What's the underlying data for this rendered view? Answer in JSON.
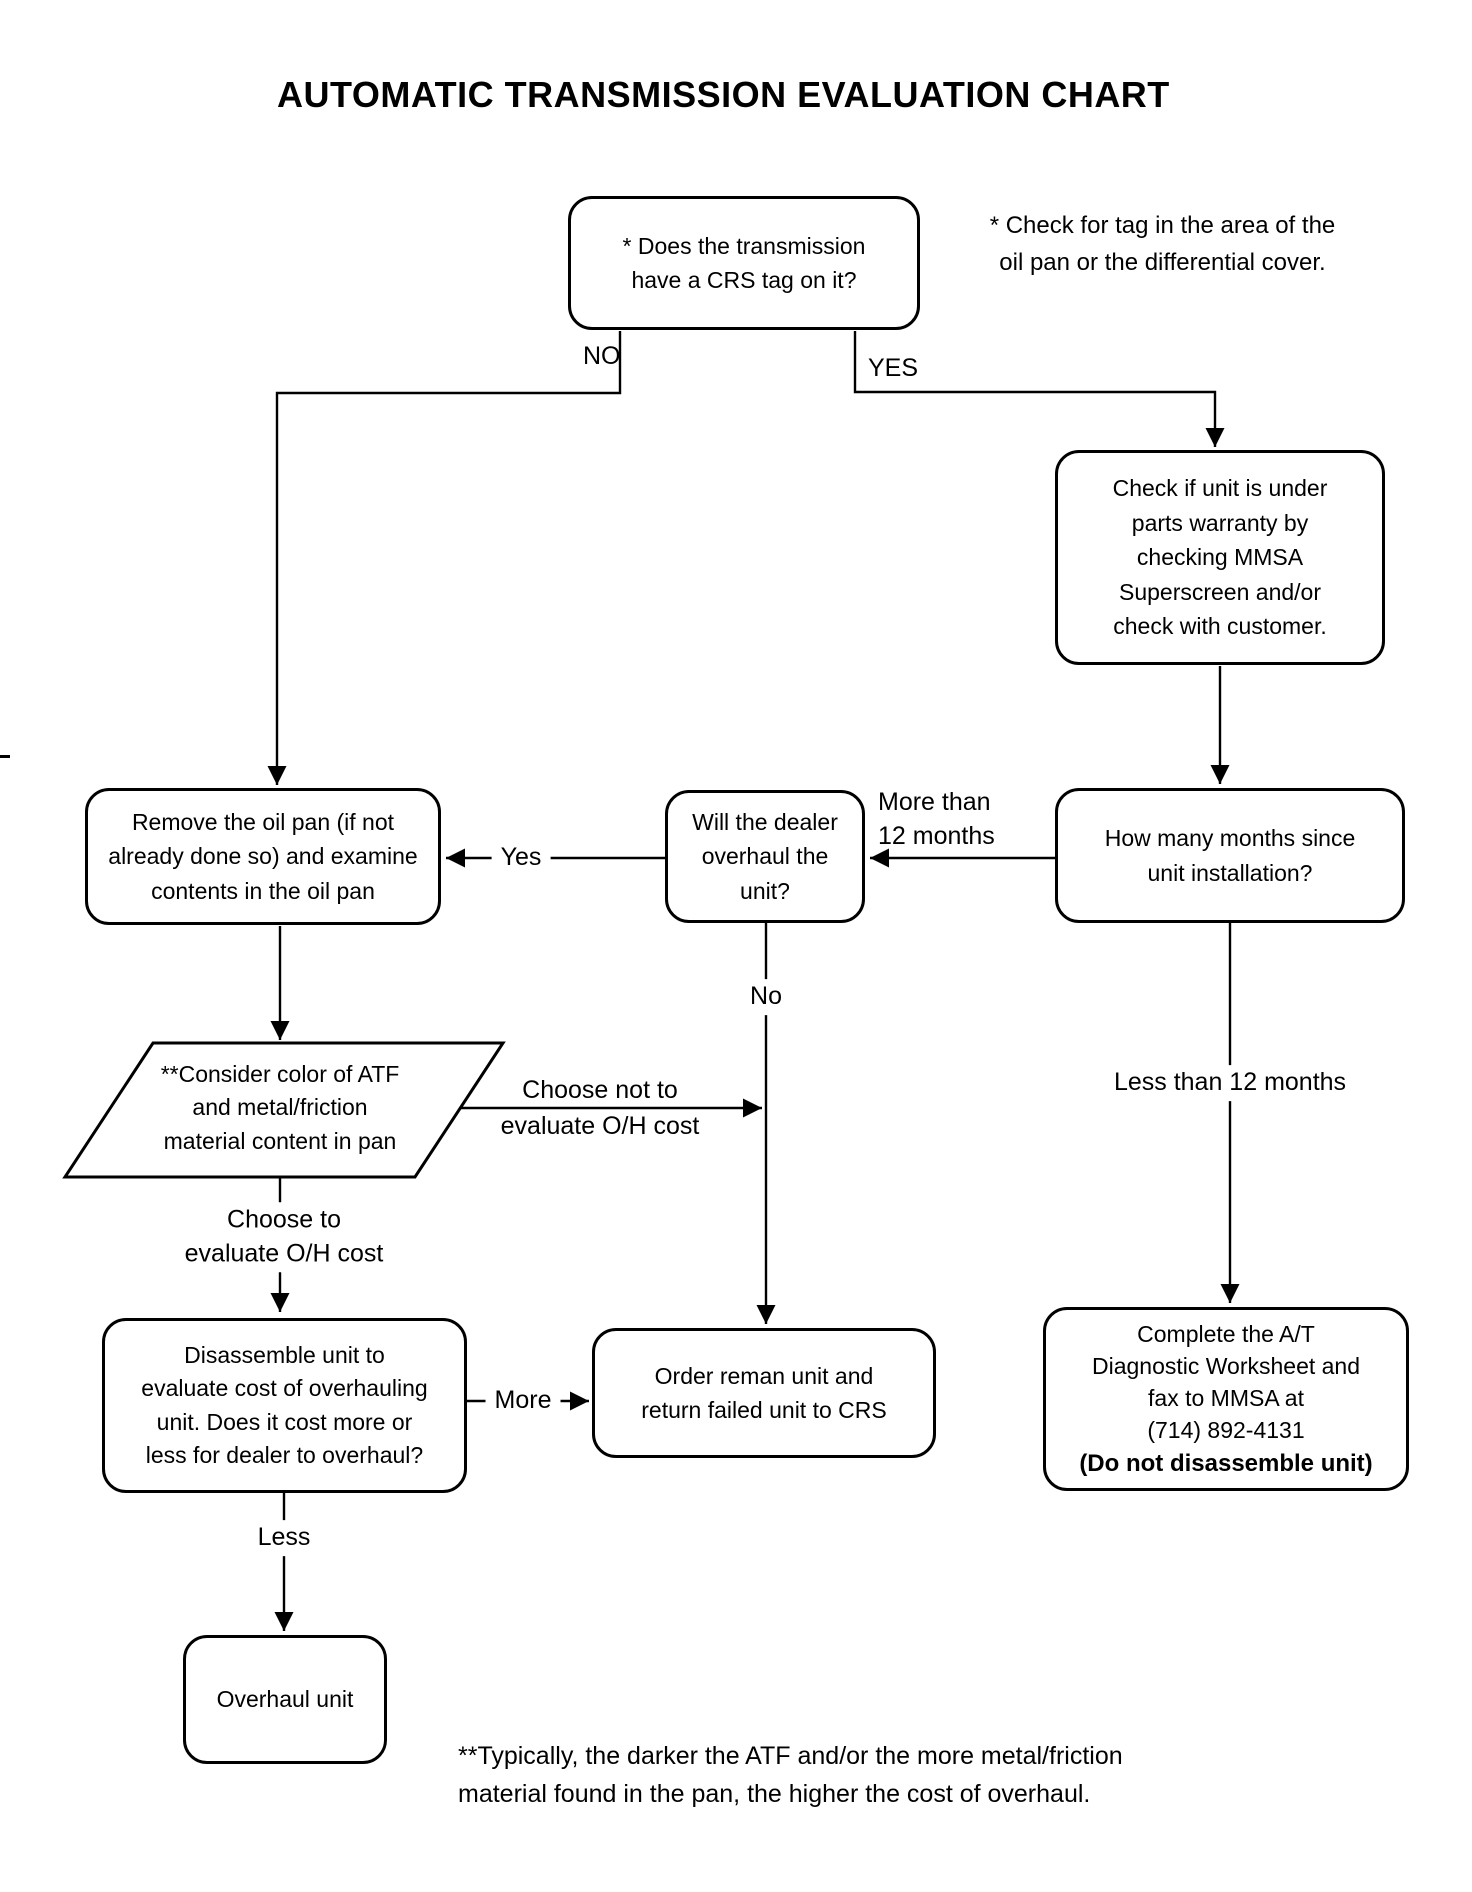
{
  "title": "AUTOMATIC TRANSMISSION EVALUATION CHART",
  "nodes": {
    "crs_tag_question": {
      "text": "* Does the transmission\nhave a CRS tag on it?"
    },
    "check_warranty": {
      "text": "Check if unit is under\nparts warranty by\nchecking MMSA\nSuperscreen and/or\ncheck with customer."
    },
    "months_since": {
      "text": "How many months since\nunit installation?"
    },
    "will_dealer_overhaul": {
      "text": "Will the dealer\noverhaul the\nunit?"
    },
    "remove_oil_pan": {
      "text": "Remove the oil pan (if not\nalready done so) and examine\ncontents in the oil pan"
    },
    "consider_atf": {
      "text": "**Consider color of ATF\nand metal/friction\nmaterial content in pan"
    },
    "order_reman": {
      "text": "Order reman unit and\nreturn failed unit to CRS"
    },
    "disassemble_unit": {
      "text": "Disassemble unit to\nevaluate cost of overhauling\nunit. Does it cost more or\nless for dealer to overhaul?"
    },
    "complete_worksheet": {
      "text": "Complete the A/T\nDiagnostic Worksheet and\nfax to MMSA at\n(714) 892-4131",
      "bold_line": "(Do not disassemble unit)"
    },
    "overhaul_unit": {
      "text": "Overhaul unit"
    }
  },
  "annotations": {
    "tag_note": "* Check for tag in the area of the\noil pan or the differential cover.",
    "footnote": "**Typically, the darker the ATF and/or the more metal/friction\nmaterial found in the pan, the higher the cost of overhaul."
  },
  "edge_labels": {
    "no": "NO",
    "yes": "YES",
    "more_than_12": "More than\n12 months",
    "dealer_yes": "Yes",
    "dealer_no": "No",
    "less_than_12": "Less than 12 months",
    "choose_not": "Choose not to\nevaluate O/H cost",
    "choose_to": "Choose to\nevaluate O/H cost",
    "more": "More",
    "less": "Less"
  },
  "colors": {
    "line": "#000000",
    "background": "#ffffff",
    "text": "#000000"
  }
}
